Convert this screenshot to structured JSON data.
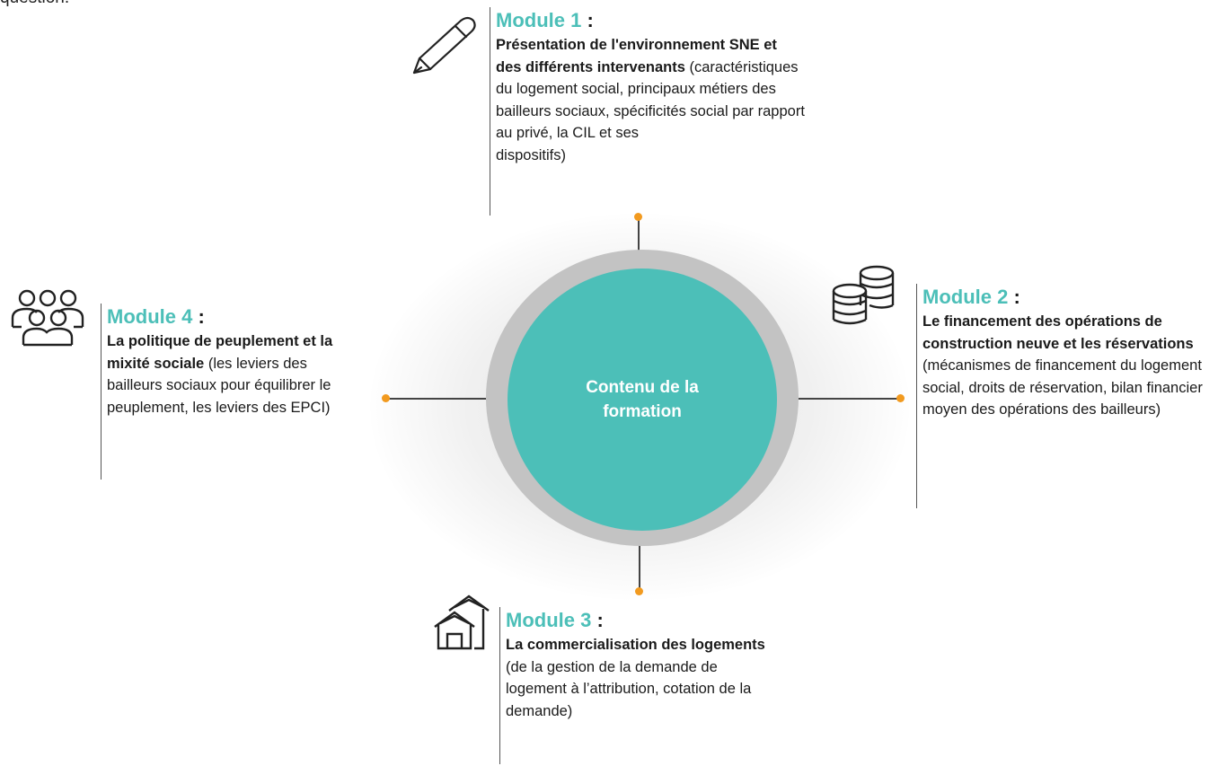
{
  "intro_text": "question.",
  "center": {
    "label": "Contenu de la formation"
  },
  "modules": [
    {
      "title": "Module 1",
      "colon": " :",
      "bold": "Présentation de l'environnement SNE et des différents intervenants",
      "rest_line1": "(caractéristiques du logement social, principaux métiers des bailleurs sociaux, spécificités social par rapport au privé, la CIL et",
      "rest_word1": "ses",
      "rest_word2": "dispositifs)",
      "icon": "pen-icon"
    },
    {
      "title": "Module 2",
      "colon": " :",
      "bold": "Le financement des opérations de construction neuve et les réservations",
      "rest": " (mécanismes de financement du logement social, droits de réservation, bilan financier moyen des opérations des bailleurs)",
      "icon": "coins-stack-icon"
    },
    {
      "title": "Module 3",
      "colon": " :",
      "bold": "La commercialisation des logements",
      "rest": " (de la gestion de la demande de logement à l’attribution, cotation de la demande)",
      "icon": "houses-icon"
    },
    {
      "title": "Module 4",
      "colon": " :",
      "bold": "La politique de peuplement et la mixité sociale",
      "rest": " (les leviers des bailleurs sociaux pour équilibrer le peuplement, les leviers des EPCI)",
      "icon": "people-group-icon"
    }
  ],
  "colors": {
    "accent": "#4cbfb8",
    "ring": "#c3c3c3",
    "dot": "#f29a1f"
  }
}
